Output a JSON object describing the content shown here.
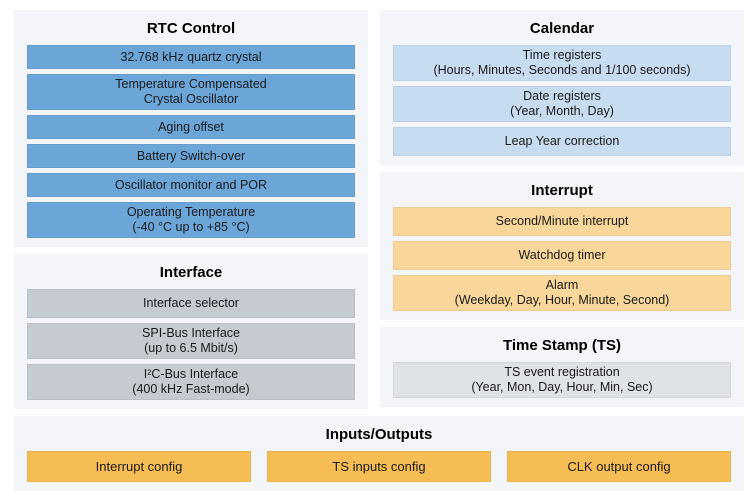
{
  "colors": {
    "panel_bg": "#f3f5f8",
    "blue": "#6ca6d8",
    "light_blue": "#c8dcef",
    "light_orange": "#f9d79b",
    "orange": "#f7bd55",
    "gray": "#c6cbd1",
    "light_gray": "#dfe2e6",
    "text": "#1a1a1a"
  },
  "sections": {
    "rtc_control": {
      "title": "RTC Control",
      "items": [
        {
          "line1": "32.768 kHz quartz crystal"
        },
        {
          "line1": "Temperature Compensated",
          "line2": "Crystal Oscillator"
        },
        {
          "line1": "Aging offset"
        },
        {
          "line1": "Battery Switch-over"
        },
        {
          "line1": "Oscillator monitor and POR"
        },
        {
          "line1": "Operating Temperature",
          "line2": "(-40 °C up to +85 °C)"
        }
      ]
    },
    "interface": {
      "title": "Interface",
      "items": [
        {
          "line1": "Interface selector"
        },
        {
          "line1": "SPI-Bus Interface",
          "line2": "(up to 6.5 Mbit/s)"
        },
        {
          "line1": "I²C-Bus Interface",
          "line2": "(400 kHz Fast-mode)"
        }
      ]
    },
    "calendar": {
      "title": "Calendar",
      "items": [
        {
          "line1": "Time registers",
          "line2": "(Hours, Minutes, Seconds and 1/100 seconds)"
        },
        {
          "line1": "Date registers",
          "line2": "(Year, Month, Day)"
        },
        {
          "line1": "Leap Year correction"
        }
      ]
    },
    "interrupt": {
      "title": "Interrupt",
      "items": [
        {
          "line1": "Second/Minute interrupt"
        },
        {
          "line1": "Watchdog timer"
        },
        {
          "line1": "Alarm",
          "line2": "(Weekday, Day, Hour, Minute, Second)"
        }
      ]
    },
    "time_stamp": {
      "title": "Time Stamp (TS)",
      "items": [
        {
          "line1": "TS event registration",
          "line2": "(Year, Mon, Day, Hour, Min, Sec)"
        }
      ]
    },
    "inputs_outputs": {
      "title": "Inputs/Outputs",
      "items": [
        {
          "line1": "Interrupt config"
        },
        {
          "line1": "TS inputs config"
        },
        {
          "line1": "CLK output config"
        }
      ]
    }
  }
}
